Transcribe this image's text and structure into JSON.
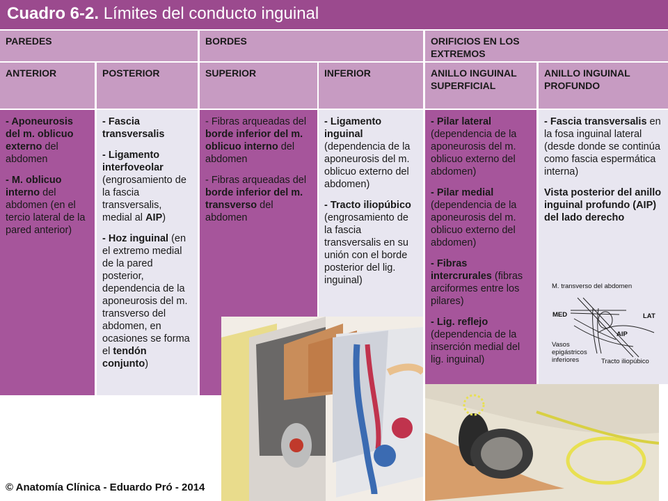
{
  "title": {
    "number": "Cuadro 6-2.",
    "text": "Límites del conducto inguinal"
  },
  "groups": {
    "walls": "PAREDES",
    "borders": "BORDES",
    "openings": "ORIFICIOS EN LOS EXTREMOS"
  },
  "subheaders": {
    "anterior": "ANTERIOR",
    "posterior": "POSTERIOR",
    "superior": "SUPERIOR",
    "inferior": "INFERIOR",
    "superficial_ring": "ANILLO INGUINAL SUPERFICIAL",
    "deep_ring": "ANILLO INGUINAL PROFUNDO"
  },
  "anterior": {
    "i1_bold": "- Aponeurosis del m. oblicuo externo",
    "i1_rest": " del abdomen",
    "i2_bold": "- M. oblicuo interno",
    "i2_rest": " del abdomen (en el tercio lateral de la pared anterior)"
  },
  "posterior": {
    "i1_bold": "- Fascia transversalis",
    "i2_bold": "- Ligamento interfoveolar",
    "i2_rest": " (engrosamiento de la fascia transversalis, medial al ",
    "i2_bold2": "AIP",
    "i2_end": ")",
    "i3_bold": "- Hoz inguinal",
    "i3_rest": " (en el extremo medial de la pared posterior, dependencia de la aponeurosis del m. transverso del abdomen, en ocasiones se forma el ",
    "i3_bold2": "tendón conjunto",
    "i3_end": ")"
  },
  "superior": {
    "i1_a": "- Fibras arqueadas del ",
    "i1_bold": "borde inferior del m. oblicuo interno",
    "i1_rest": " del abdomen",
    "i2_a": "- Fibras arqueadas del ",
    "i2_bold": "borde inferior del m. transverso",
    "i2_rest": " del abdomen"
  },
  "inferior": {
    "i1_bold": "- Ligamento inguinal",
    "i1_rest": " (dependencia de la aponeurosis del m. oblicuo externo del abdomen)",
    "i2_bold": "- Tracto iliopúbico",
    "i2_rest": " (engrosamiento de la fascia transversalis en su unión con el borde posterior del lig. inguinal)"
  },
  "superficial": {
    "i1_bold": "- Pilar lateral",
    "i1_rest": " (dependencia de la aponeurosis del m. oblicuo externo del abdomen)",
    "i2_bold": "- Pilar medial",
    "i2_rest": " (dependencia de la aponeurosis del m. oblicuo externo del abdomen)",
    "i3_bold": "- Fibras intercrurales",
    "i3_rest": " (fibras arciformes entre los pilares)",
    "i4_bold": "- Lig. reflejo",
    "i4_rest": " (dependencia de la inserción medial del lig. inguinal)"
  },
  "deep": {
    "i1_bold": "- Fascia transversalis",
    "i1_rest": " en la fosa inguinal lateral (desde donde se continúa como fascia espermática interna)",
    "view_title": "Vista posterior del anillo inguinal profundo (AIP) del lado derecho"
  },
  "diagram": {
    "transverse": "M. transverso del abdomen",
    "med": "MED",
    "lat": "LAT",
    "aip": "AIP",
    "vessels": "Vasos epigástricos inferiores",
    "tract": "Tracto iliopúbico"
  },
  "copyright": "© Anatomía Clínica - Eduardo Pró - 2014",
  "colors": {
    "title_bar": "#9b4a8e",
    "header": "#c79bc2",
    "dark_col": "#a6559b",
    "light_col": "#e8e6f0"
  }
}
